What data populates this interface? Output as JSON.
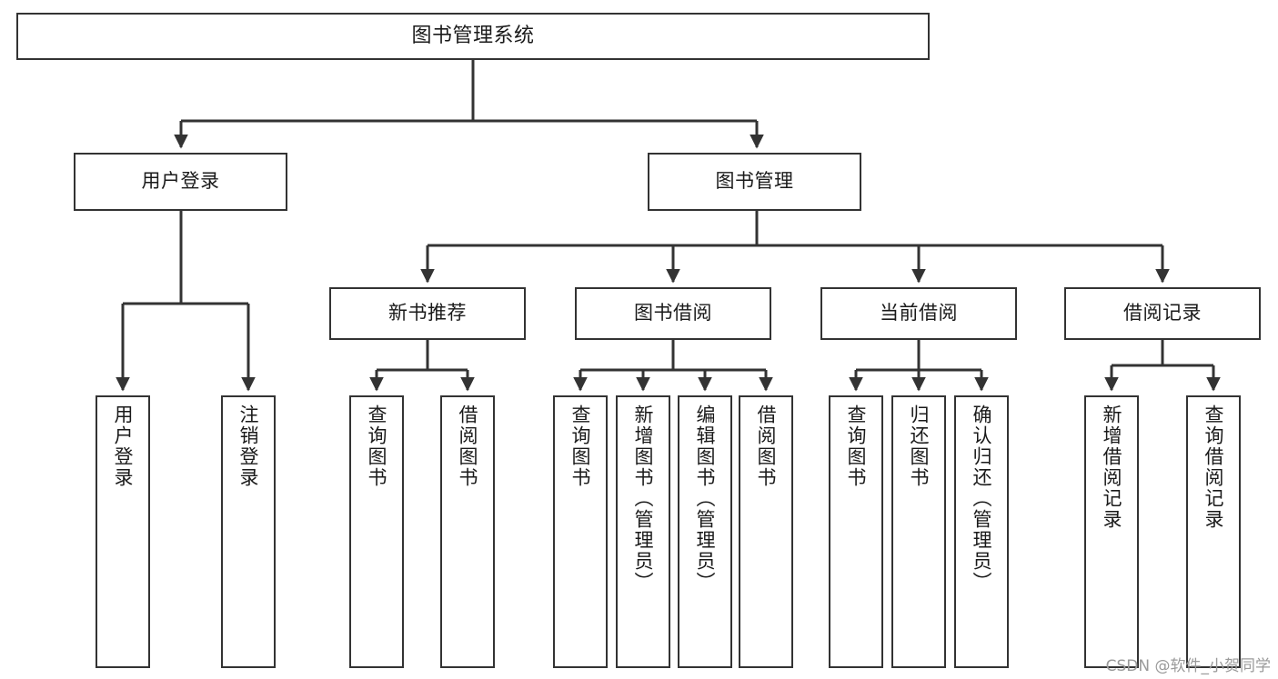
{
  "diagram": {
    "title": "图书管理系统",
    "type": "functional-structure-tree",
    "watermark": "CSDN @软件_小贺同学",
    "stroke_color": "#333333",
    "background_color": "#ffffff",
    "text_color": "#1a1a1a",
    "watermark_color": "#9a9a9a"
  },
  "levels": {
    "root": {
      "label": "图书管理系统"
    },
    "level2": [
      {
        "label": "用户登录"
      },
      {
        "label": "图书管理"
      }
    ],
    "level3": [
      {
        "label": "新书推荐"
      },
      {
        "label": "图书借阅"
      },
      {
        "label": "当前借阅"
      },
      {
        "label": "借阅记录"
      }
    ],
    "leaves": {
      "user_login": [
        {
          "label": "用户登录"
        },
        {
          "label": "注销登录"
        }
      ],
      "new_book_recommend": [
        {
          "label": "查询图书"
        },
        {
          "label": "借阅图书"
        }
      ],
      "book_borrow": [
        {
          "label": "查询图书"
        },
        {
          "label": "新增图书（管理员）"
        },
        {
          "label": "编辑图书（管理员）"
        },
        {
          "label": "借阅图书"
        }
      ],
      "current_borrow": [
        {
          "label": "查询图书"
        },
        {
          "label": "归还图书"
        },
        {
          "label": "确认归还（管理员）"
        }
      ],
      "borrow_record": [
        {
          "label": "新增借阅记录"
        },
        {
          "label": "查询借阅记录"
        }
      ]
    }
  }
}
